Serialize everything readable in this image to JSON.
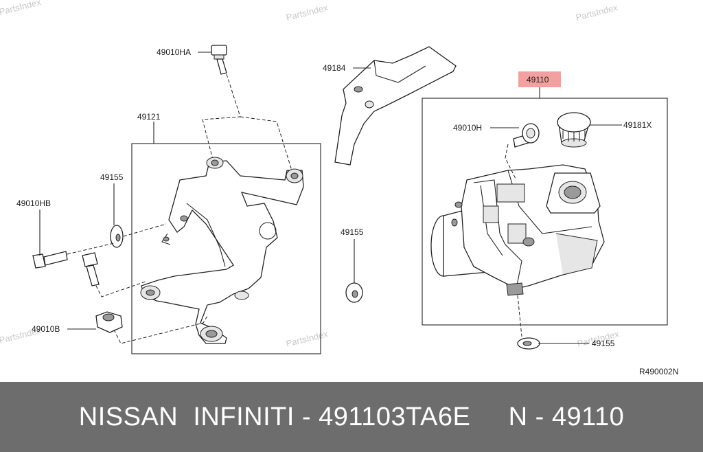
{
  "watermark": "PartsIndex",
  "diagram": {
    "code": "R490002N",
    "highlight_color": "#f3a0a0",
    "callouts": {
      "c_49010HA": "49010HA",
      "c_49184": "49184",
      "c_49110": "49110",
      "c_49121": "49121",
      "c_49010H": "49010H",
      "c_49181X": "49181X",
      "c_49155_left": "49155",
      "c_49010HB": "49010HB",
      "c_49155_mid": "49155",
      "c_49010B": "49010B",
      "c_49155_bottom": "49155"
    }
  },
  "footer": {
    "text": "NISSAN  INFINITI - 491103TA6E     N - 49110",
    "background": "#6d6d6d"
  }
}
